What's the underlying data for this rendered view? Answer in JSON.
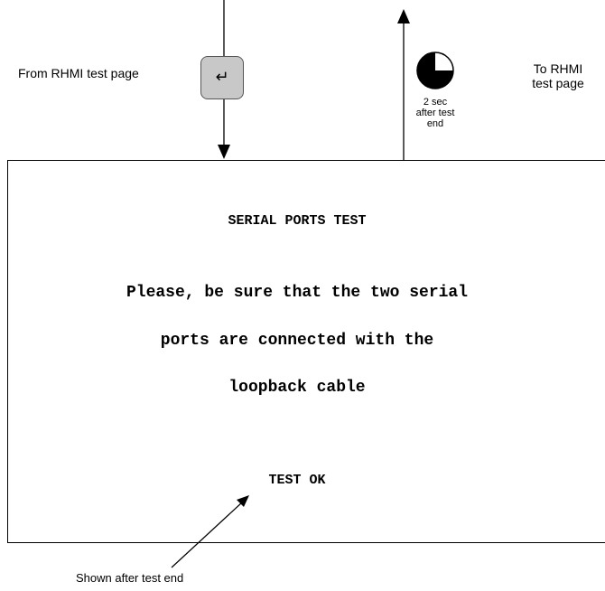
{
  "from_label": "From RHMI test page",
  "to_label_line1": "To RHMI",
  "to_label_line2": "test page",
  "timer_label_line1": "2 sec",
  "timer_label_line2": "after test",
  "timer_label_line3": "end",
  "enter_key_glyph": "↵",
  "screen": {
    "title": "SERIAL PORTS TEST",
    "line1": "Please, be sure that the two serial",
    "line2": "ports are connected with the",
    "line3": "loopback cable",
    "status": "TEST OK"
  },
  "annotation": "Shown after test end"
}
